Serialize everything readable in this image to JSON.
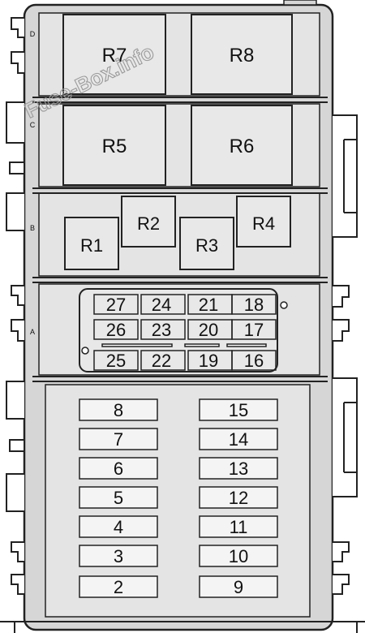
{
  "watermark": "Fuse-Box.info",
  "rows": {
    "d": "D",
    "c": "C",
    "b": "B",
    "a": "A"
  },
  "relays": {
    "r7": "R7",
    "r8": "R8",
    "r5": "R5",
    "r6": "R6",
    "r1": "R1",
    "r2": "R2",
    "r3": "R3",
    "r4": "R4"
  },
  "mini_fuses": {
    "top": [
      "27",
      "24",
      "21",
      "18"
    ],
    "mid": [
      "26",
      "23",
      "20",
      "17"
    ],
    "bottom": [
      "25",
      "22",
      "19",
      "16"
    ]
  },
  "fuses": {
    "left": [
      "8",
      "7",
      "6",
      "5",
      "4",
      "3",
      "2"
    ],
    "right": [
      "15",
      "14",
      "13",
      "12",
      "11",
      "10",
      "9"
    ]
  }
}
